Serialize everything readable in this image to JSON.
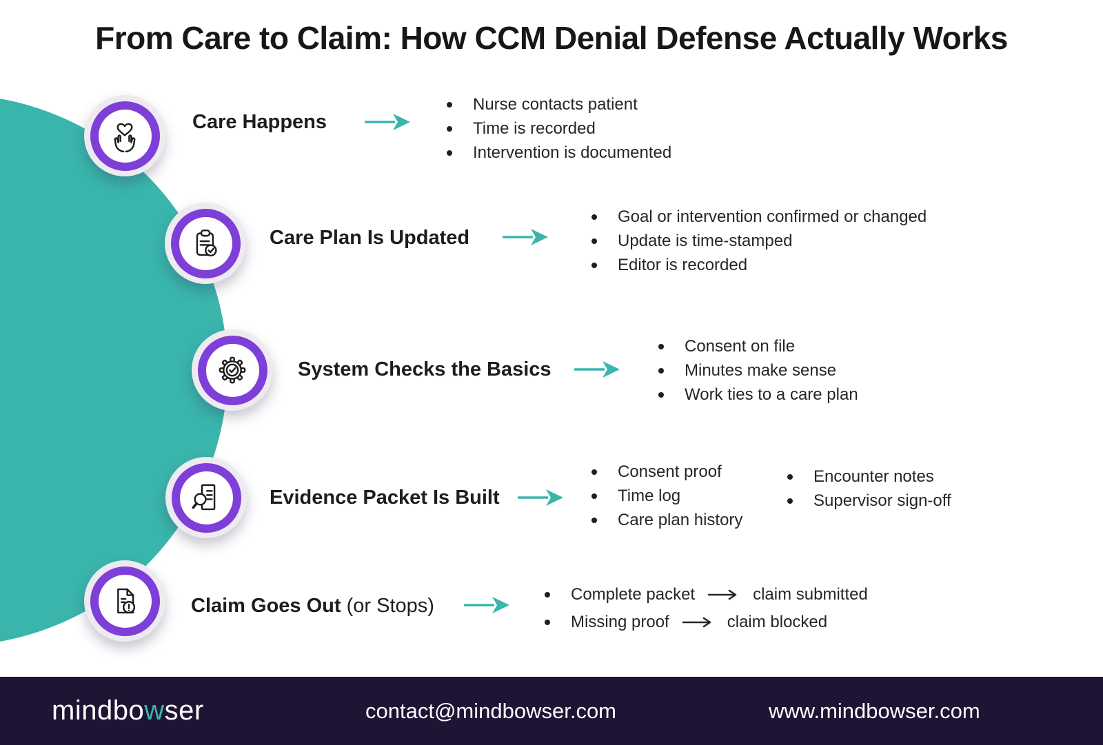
{
  "title": "From Care to Claim: How CCM Denial Defense Actually Works",
  "colors": {
    "teal": "#3ab5ac",
    "purple": "#7e3fd8",
    "footer_bg": "#1e1433",
    "text": "#1d1d1d"
  },
  "steps": [
    {
      "icon": "hands-heart-icon",
      "title": "Care Happens",
      "bullets": [
        "Nurse contacts patient",
        "Time is recorded",
        "Intervention is documented"
      ]
    },
    {
      "icon": "clipboard-check-icon",
      "title": "Care Plan Is Updated",
      "bullets": [
        "Goal or intervention confirmed or changed",
        "Update is time-stamped",
        "Editor is recorded"
      ]
    },
    {
      "icon": "gear-check-icon",
      "title": "System Checks the Basics",
      "bullets": [
        "Consent on file",
        "Minutes make sense",
        "Work ties to a care plan"
      ]
    },
    {
      "icon": "document-search-icon",
      "title": "Evidence Packet Is Built",
      "bullets_col1": [
        "Consent proof",
        "Time log",
        "Care plan history"
      ],
      "bullets_col2": [
        "Encounter notes",
        "Supervisor sign-off"
      ]
    },
    {
      "icon": "document-alert-icon",
      "title": "Claim Goes Out",
      "title_suffix": "(or Stops)",
      "flows": [
        {
          "from": "Complete packet",
          "to": "claim submitted"
        },
        {
          "from": "Missing proof",
          "to": "claim blocked"
        }
      ]
    }
  ],
  "footer": {
    "logo_prefix": "mindbo",
    "logo_accent": "w",
    "logo_suffix": "ser",
    "email": "contact@mindbowser.com",
    "website": "www.mindbowser.com"
  }
}
